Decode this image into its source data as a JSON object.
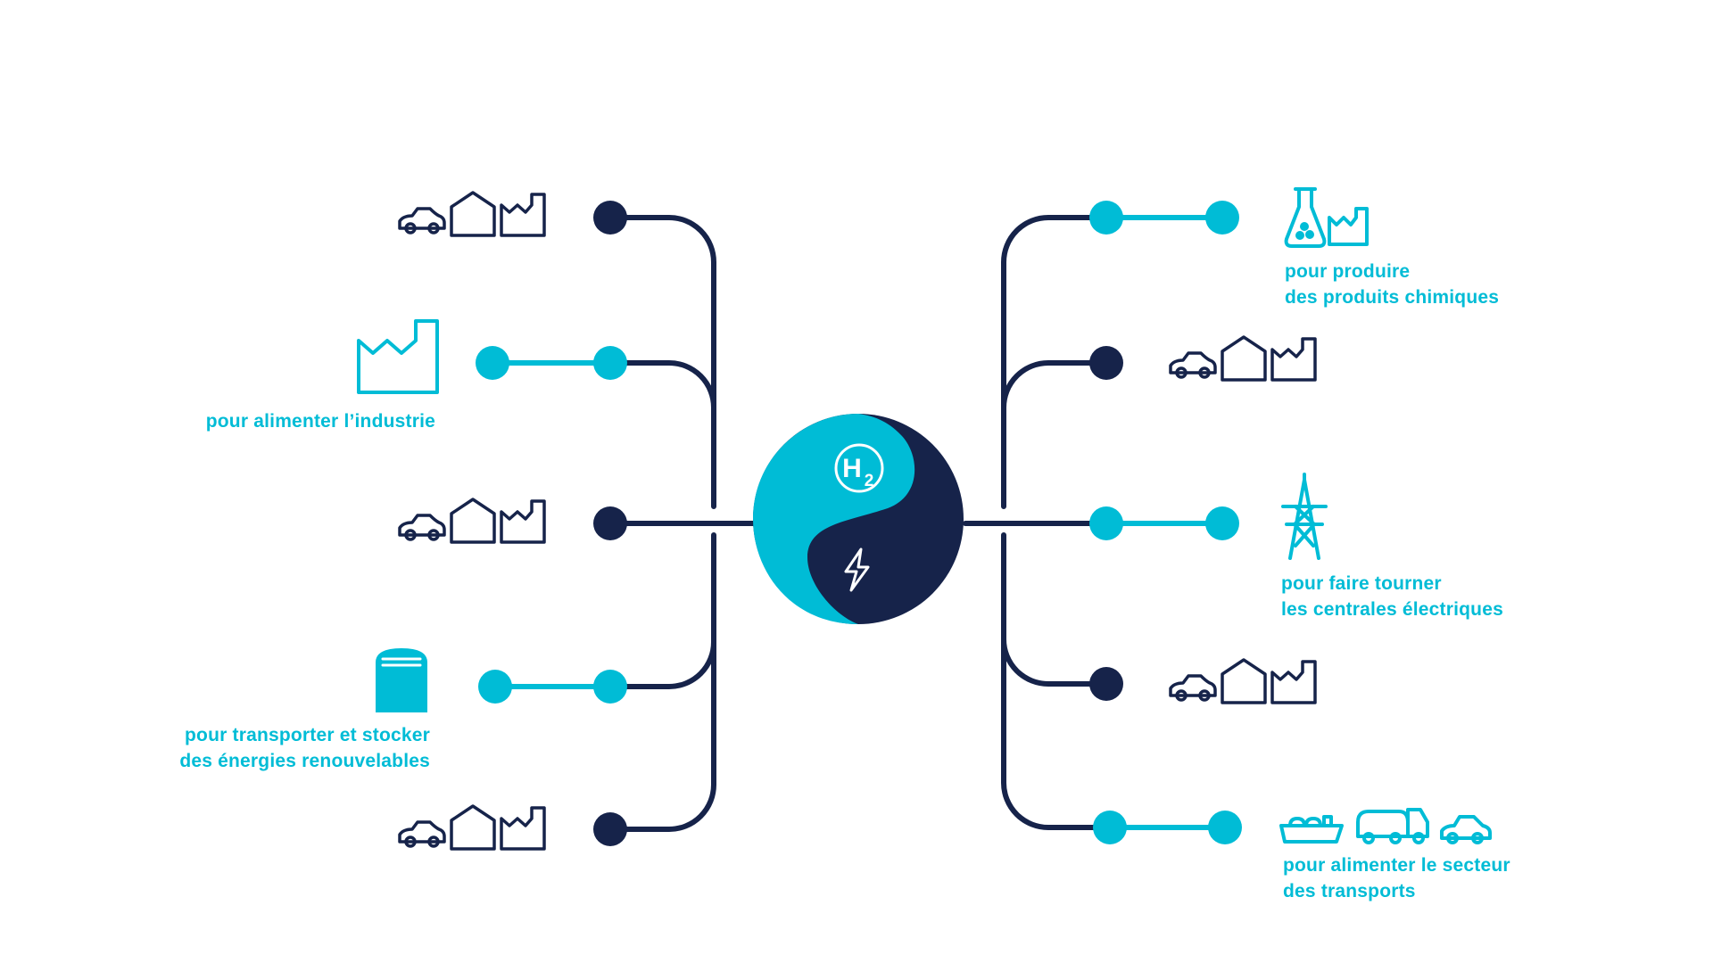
{
  "colors": {
    "navy": "#16234a",
    "cyan": "#00bcd6",
    "white": "#ffffff"
  },
  "center": {
    "hydrogen_symbol": "H",
    "hydrogen_subscript": "2",
    "hydrogen_icon": "hydrogen-h2-icon",
    "electricity_icon": "lightning-bolt-icon"
  },
  "left_branches": [
    {
      "id": "l1",
      "kind": "neutral",
      "icons": [
        "car-icon",
        "house-icon",
        "factory-icon"
      ]
    },
    {
      "id": "l2",
      "kind": "application",
      "icon": "factory-icon",
      "label_lines": [
        "pour alimenter l’industrie"
      ]
    },
    {
      "id": "l3",
      "kind": "neutral",
      "icons": [
        "car-icon",
        "house-icon",
        "factory-icon"
      ]
    },
    {
      "id": "l4",
      "kind": "application",
      "icon": "storage-tank-icon",
      "label_lines": [
        "pour transporter et stocker",
        "des énergies renouvelables"
      ]
    },
    {
      "id": "l5",
      "kind": "neutral",
      "icons": [
        "car-icon",
        "house-icon",
        "factory-icon"
      ]
    }
  ],
  "right_branches": [
    {
      "id": "r1",
      "kind": "application",
      "icons": [
        "chemistry-flask-icon",
        "factory-icon"
      ],
      "label_lines": [
        "pour produire",
        "des produits chimiques"
      ]
    },
    {
      "id": "r2",
      "kind": "neutral",
      "icons": [
        "car-icon",
        "house-icon",
        "factory-icon"
      ]
    },
    {
      "id": "r3",
      "kind": "application",
      "icon": "power-pylon-icon",
      "label_lines": [
        "pour faire tourner",
        "les centrales électriques"
      ]
    },
    {
      "id": "r4",
      "kind": "neutral",
      "icons": [
        "car-icon",
        "house-icon",
        "factory-icon"
      ]
    },
    {
      "id": "r5",
      "kind": "application",
      "icons": [
        "cargo-ship-icon",
        "tanker-truck-icon",
        "car-icon"
      ],
      "label_lines": [
        "pour alimenter le secteur",
        "des transports"
      ]
    }
  ]
}
